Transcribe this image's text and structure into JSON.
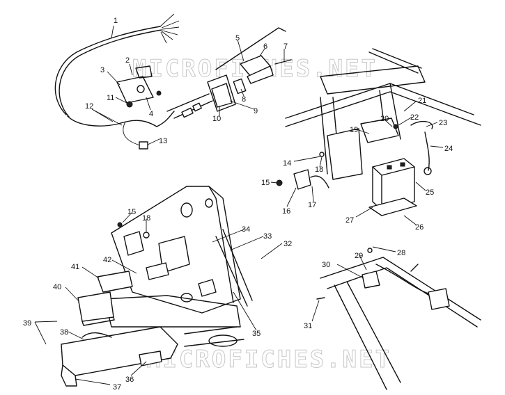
{
  "watermarks": [
    "MICROFICHES.NET",
    "MICROFICHES.NET"
  ],
  "callouts": [
    "1",
    "2",
    "3",
    "4",
    "5",
    "6",
    "7",
    "8",
    "9",
    "10",
    "11",
    "12",
    "13",
    "14",
    "15",
    "16",
    "17",
    "18",
    "19",
    "20",
    "21",
    "22",
    "23",
    "24",
    "25",
    "26",
    "27",
    "28",
    "29",
    "30",
    "31",
    "32",
    "33",
    "34",
    "35",
    "36",
    "37",
    "38",
    "39",
    "40",
    "41",
    "42",
    "15",
    "18"
  ]
}
